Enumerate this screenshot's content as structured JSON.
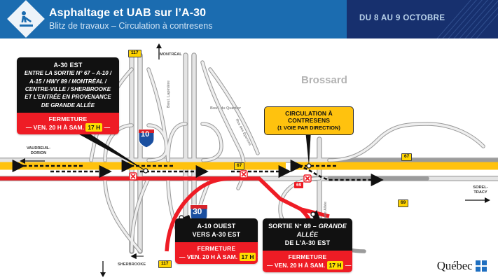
{
  "header": {
    "title": "Asphaltage et UAB sur l’A-30",
    "subtitle": "Blitz de travaux – Circulation à contresens",
    "date": "DU 8 AU 9 OCTOBRE",
    "logo_icon": "roadwork-diamond-icon",
    "bg_color": "#1b6cb0",
    "accent_color": "#17306e"
  },
  "callouts": {
    "a30_est": {
      "title": "A-30 EST",
      "body_lines": [
        "ENTRE LA SORTIE N° 67 – A-10 /",
        "A-15 / HWY 89 / MONTRÉAL /",
        "CENTRE-VILLE / SHERBROOKE",
        "ET L’ENTRÉE EN PROVENANCE",
        "DE GRANDE ALLÉE"
      ],
      "status": "FERMETURE",
      "when_prefix": "— VEN. 20 H À SAM.",
      "when_highlight": "17 H",
      "when_suffix": "—"
    },
    "contresens": {
      "line1": "CIRCULATION À CONTRESENS",
      "line2": "(1 VOIE PAR DIRECTION)",
      "bg_color": "#ffc20e"
    },
    "a10_ouest": {
      "title_lines": [
        "A-10 OUEST",
        "VERS A-30 EST"
      ],
      "status": "FERMETURE",
      "when_prefix": "— VEN. 20 H À SAM.",
      "when_highlight": "17 H",
      "when_suffix": "—"
    },
    "sortie_69": {
      "title_line1_a": "SORTIE N° 69 – ",
      "title_line1_b": "GRANDE ALLÉE",
      "title_line2": "DE L’A-30 EST",
      "status": "FERMETURE",
      "when_prefix": "— VEN. 20 H À SAM.",
      "when_highlight": "17 H",
      "when_suffix": "—"
    }
  },
  "map": {
    "city_label": "Brossard",
    "labels": {
      "montreal": "MONTRÉAL",
      "sherbrooke": "SHERBROOKE",
      "vaudreuil_dorion": "VAUDREUIL-\nDORION",
      "sorel_tracy": "SOREL-\nTRACY",
      "boul_lapiniere": "Boul. Lapinière",
      "boul_du_quartier": "Boul. du Quartier",
      "rue_des_eperons": "Rue des Éperons",
      "grande_allee": "Grande Allée"
    },
    "shields": {
      "route_117_top": "117",
      "route_117_bottom": "117",
      "autoroute_10": "10",
      "autoroute_30": "30",
      "exit_67_left": "67",
      "exit_67_mid": "67",
      "exit_69_right": "69",
      "exit_69_red": "69"
    },
    "colors": {
      "detour_yellow": "#ffc20e",
      "closed_red": "#ee1c25",
      "road_grey": "#d8d8d8",
      "road_outline": "#9a9a9a"
    }
  },
  "footer": {
    "logo_text": "Québec",
    "logo_icon": "quebec-flag-squares-icon",
    "logo_color": "#1f6fc0"
  }
}
